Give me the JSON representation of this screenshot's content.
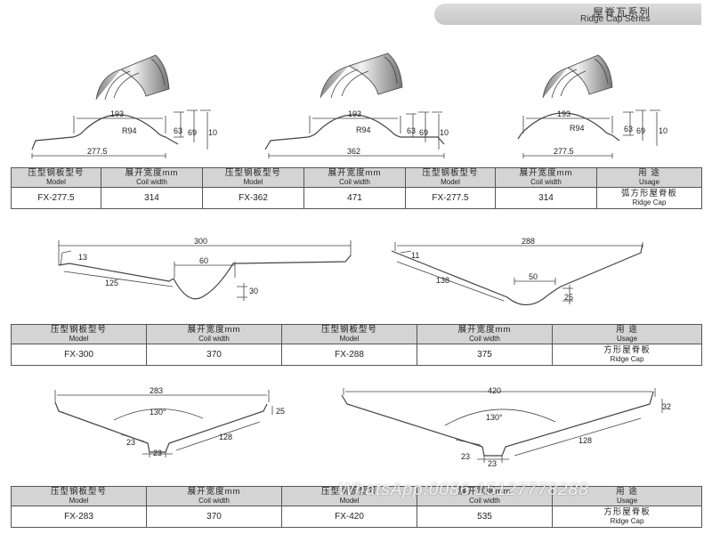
{
  "header": {
    "title_cn": "屋脊瓦系列",
    "title_en": "Ridge Cap Series"
  },
  "labels": {
    "model_cn": "压型钢板型号",
    "model_en": "Model",
    "coil_cn": "展开宽度mm",
    "coil_en": "Coil width",
    "usage_cn": "用  途",
    "usage_en": "Usage"
  },
  "table1": {
    "cells": [
      "FX-277.5",
      "314",
      "FX-362",
      "471",
      "FX-277.5",
      "314"
    ],
    "usage_cn": "弧方形屋脊板",
    "usage_en": "Ridge Cap"
  },
  "table2": {
    "cells": [
      "FX-300",
      "370",
      "FX-288",
      "375"
    ],
    "usage_cn": "方形屋脊板",
    "usage_en": "Ridge Cap"
  },
  "table3": {
    "cells": [
      "FX-283",
      "370",
      "FX-420",
      "535"
    ],
    "usage_cn": "方形屋脊板",
    "usage_en": "Ridge Cap"
  },
  "dims": {
    "p1": {
      "w": "193",
      "r": "R94",
      "h1": "63",
      "h2": "69",
      "h3": "10",
      "total": "277.5"
    },
    "p2": {
      "w": "193",
      "r": "R94",
      "h1": "63",
      "h2": "69",
      "h3": "10",
      "total": "362"
    },
    "p3": {
      "w": "193",
      "r": "R94",
      "h1": "63",
      "h2": "69",
      "h3": "10",
      "total": "277.5"
    },
    "v1": {
      "top": "300",
      "left": "13",
      "slope": "125",
      "mid": "60",
      "depth": "30"
    },
    "v2": {
      "top": "288",
      "left": "11",
      "slope": "138",
      "mid": "50",
      "depth": "25"
    },
    "v3": {
      "top": "283",
      "angle": "130°",
      "a": "23",
      "b": "23",
      "slope": "128",
      "right": "25"
    },
    "v4": {
      "top": "420",
      "angle": "130°",
      "a": "23",
      "b": "23",
      "slope": "128",
      "right": "32"
    }
  },
  "watermark": "WhatsApp:0086 15127778288"
}
